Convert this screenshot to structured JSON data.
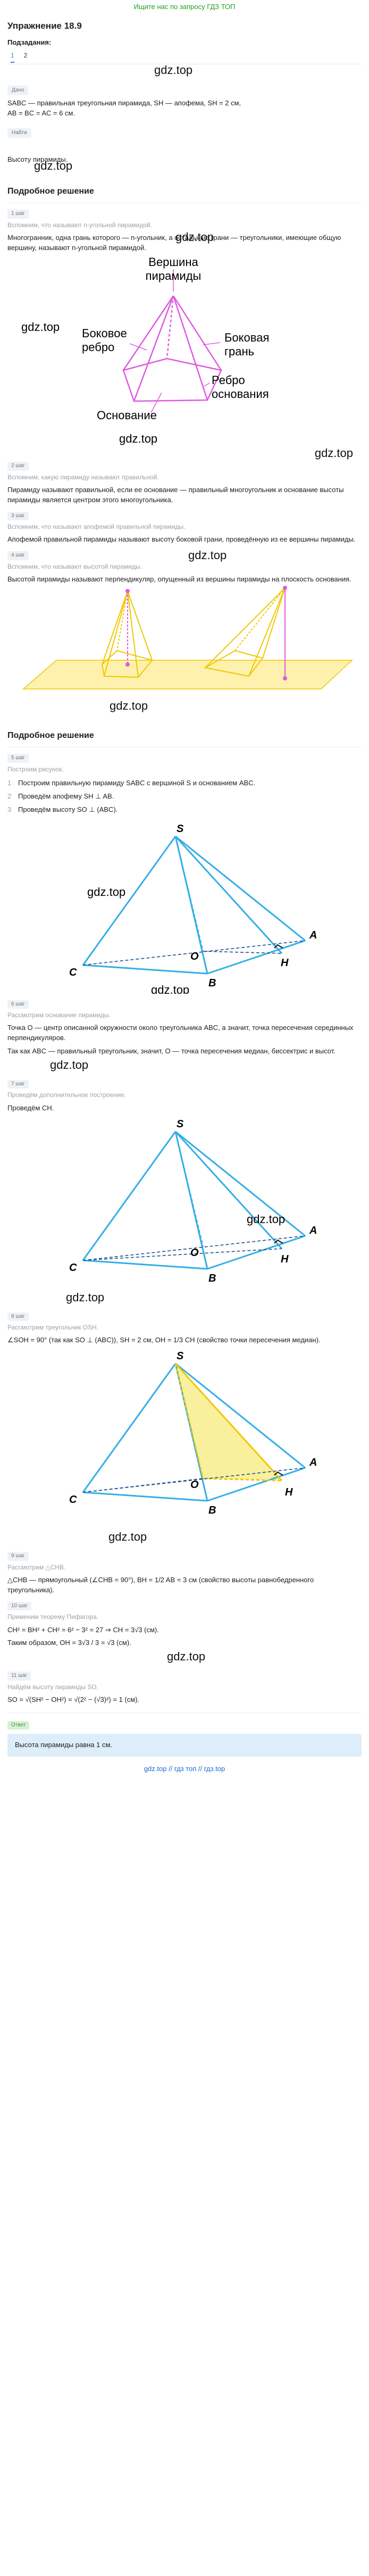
{
  "top_link": "Ищите нас по запросу ГДЗ ТОП",
  "title": "Упражнение 18.9",
  "subtasks_label": "Подзадания:",
  "tabs": [
    "1",
    "2"
  ],
  "watermark": "gdz.top",
  "given_chip": "Дано",
  "given_line1": "SABC — правильная треугольная пирамида, SH — апофема, SH = 2 см,",
  "given_line2": "AB = BC = AC = 6 см.",
  "find_chip": "Найти",
  "find_text": "Высоту пирамиды.",
  "solution_title": "Подробное решение",
  "step1_chip": "1 шаг",
  "step1_gray": "Вспомним, что называют n-угольной пирамидой.",
  "step1_text": "Многогранник, одна грань которого — n-угольник, а остальные грани — треугольники, имеющие общую вершину, называют n-угольной пирамидой.",
  "fig1": {
    "apex_label_1": "Вершина",
    "apex_label_2": "пирамиды",
    "side_edge_1": "Боковое",
    "side_edge_2": "ребро",
    "side_face_1": "Боковая",
    "side_face_2": "грань",
    "base_edge_1": "Ребро",
    "base_edge_2": "основания",
    "base": "Основание"
  },
  "step2_chip": "2 шаг",
  "step2_gray": "Вспомним, какую пирамиду называют правильной.",
  "step2_text": "Пирамиду называют правильной, если ее основание — правильный многоугольник и основание высоты пирамиды является центром этого многоугольника.",
  "step3_chip": "3 шаг",
  "step3_gray": "Вспомним, что называют апофемой правильной пирамиды.",
  "step3_text": "Апофемой правильной пирамиды называют высоту боковой грани, проведённую из ее вершины пирамиды.",
  "step4_chip": "4 шаг",
  "step4_gray": "Вспомним, что называют высотой пирамиды.",
  "step4_text": "Высотой пирамиды называют перпендикуляр, опущенный из вершины пирамиды на плоскость основания.",
  "section2_title": "Подробное решение",
  "step5_chip": "5 шаг",
  "step5_gray": "Построим рисунок.",
  "step5_items": [
    "Построим правильную пирамиду SABC с вершиной S и основанием ABC.",
    "Проведём апофему SH ⊥ AB.",
    "Проведём высоту SO ⊥ (ABC)."
  ],
  "step5_nums": [
    "1",
    "2",
    "3"
  ],
  "pts": {
    "S": "S",
    "A": "A",
    "B": "B",
    "C": "C",
    "O": "O",
    "H": "H"
  },
  "step6_chip": "6 шаг",
  "step6_gray": "Рассмотрим основание пирамиды.",
  "step6_text1": "Точка O — центр описанной окружности около треугольника ABC, а значит, точка пересечения серединных перпендикуляров.",
  "step6_text2": "Так как ABC — правильный треугольник, значит, O — точка пересечения медиан, биссектрис и высот.",
  "step7_chip": "7 шаг",
  "step7_gray": "Проведём дополнительное построение.",
  "step7_text": "Проведём CH.",
  "step8_chip": "8 шаг",
  "step8_gray": "Рассмотрим треугольник OSH.",
  "step8_text": "∠SOH = 90° (так как SO ⊥ (ABC)), SH = 2 см, OH = 1/3 CH (свойство точки пересечения медиан).",
  "step9_chip": "9 шаг",
  "step9_gray": "Рассмотрим △CHB.",
  "step9_text": "△CHB — прямоугольный (∠CHB = 90°), BH = 1/2 AB = 3 см (свойство высоты равнобедренного треугольника).",
  "step10_chip": "10 шаг",
  "step10_gray": "Применим теорему Пифагора.",
  "step10_text1": "CH² = BH² + CH² = 6² − 3² = 27 ⇒ CH = 3√3 (см).",
  "step10_text2": "Таким образом, OH = 3√3 / 3 = √3 (см).",
  "step11_chip": "11 шаг",
  "step11_gray": "Найдём высоту пирамиды SO.",
  "step11_text": "SO = √(SH² − OH²) = √(2² − (√3)²) = 1 (см).",
  "answer_chip": "Ответ",
  "answer_text": "Высота пирамиды равна 1 см.",
  "bottom_links": "gdz.top  //  гдз топ  //  гдз.top",
  "colors": {
    "accent": "#3b7dd8",
    "green": "#1ea01e",
    "pyramid_magenta": "#e05ae0",
    "pyramid_blue": "#33aee8",
    "plane_yellow": "#fde56a",
    "highlight_yellow": "#f3e44a",
    "answer_bg": "#ddeefa"
  }
}
